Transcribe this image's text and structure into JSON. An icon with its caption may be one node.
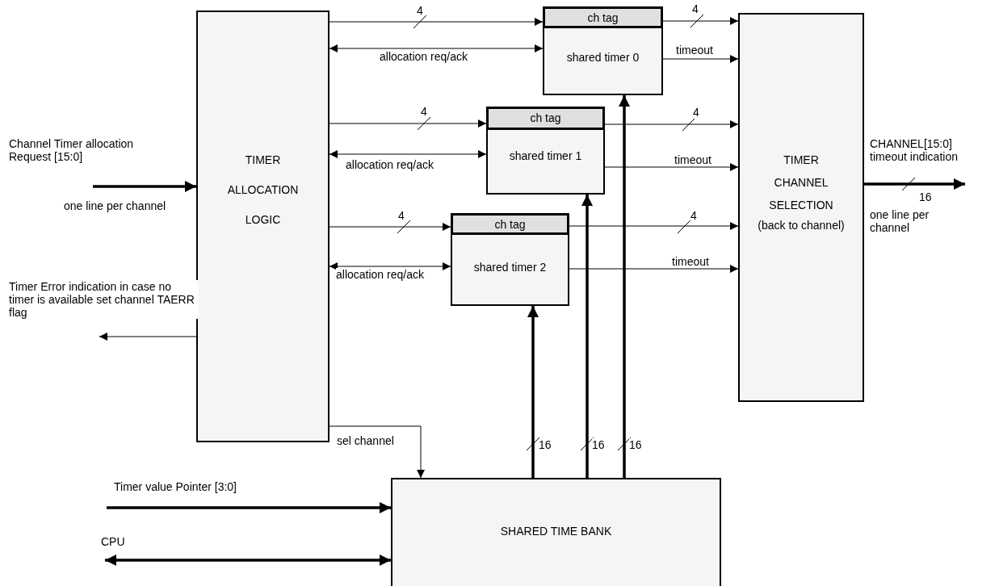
{
  "diagram": {
    "nodes": [
      {
        "text": [
          "TIMER ALLOCATION LOGIC"
        ]
      },
      {
        "text": [
          "shared timer 0"
        ]
      },
      {
        "text": [
          "ch tag"
        ],
        "in": 1
      },
      {
        "text": [
          "shared timer 1"
        ]
      },
      {
        "text": [
          "ch tag"
        ],
        "in": 3
      },
      {
        "text": [
          "shared timer 2"
        ]
      },
      {
        "text": [
          "ch tag"
        ],
        "in": 5
      },
      {
        "text": [
          "TIMER CHANNEL SELECTION",
          "(back to channel)"
        ]
      },
      {
        "text": [
          "SHARED TIME BANK"
        ]
      }
    ],
    "edges": [
      {
        "from": null,
        "to": 0,
        "arrow": "to",
        "style": "thick",
        "label": "Channel Timer allocation Request [15:0]"
      },
      {
        "from": 0,
        "to": null,
        "arrow": "to",
        "label": "Timer Error indication in case no timer is available set channel TAERR flag"
      },
      {
        "from": 0,
        "to": 2,
        "arrow": "to",
        "label": "4"
      },
      {
        "from": 0,
        "to": 1,
        "arrow": "both",
        "label": "allocation req/ack"
      },
      {
        "from": 0,
        "to": 4,
        "arrow": "to",
        "label": "4"
      },
      {
        "from": 0,
        "to": 3,
        "arrow": "both",
        "label": "allocation req/ack"
      },
      {
        "from": 0,
        "to": 6,
        "arrow": "to",
        "label": "4"
      },
      {
        "from": 0,
        "to": 5,
        "arrow": "both",
        "label": "allocation req/ack"
      },
      {
        "from": 2,
        "to": 7,
        "arrow": "to",
        "label": "4"
      },
      {
        "from": 1,
        "to": 7,
        "arrow": "to",
        "label": "timeout"
      },
      {
        "from": 4,
        "to": 7,
        "arrow": "to",
        "label": "4"
      },
      {
        "from": 3,
        "to": 7,
        "arrow": "to",
        "label": "timeout"
      },
      {
        "from": 6,
        "to": 7,
        "arrow": "to",
        "label": "4"
      },
      {
        "from": 5,
        "to": 7,
        "arrow": "to",
        "label": "timeout"
      },
      {
        "from": 7,
        "to": null,
        "arrow": "to",
        "style": "thick",
        "label": "16"
      },
      {
        "from": 0,
        "to": 8,
        "arrow": "to",
        "label": "sel channel"
      },
      {
        "from": 8,
        "to": 5,
        "arrow": "to",
        "style": "thick",
        "label": "16"
      },
      {
        "from": 8,
        "to": 3,
        "arrow": "to",
        "style": "thick",
        "label": "16"
      },
      {
        "from": 8,
        "to": 1,
        "arrow": "to",
        "style": "thick",
        "label": "16"
      },
      {
        "from": null,
        "to": 8,
        "arrow": "to",
        "style": "thick",
        "label": "Timer value Pointer [3:0]"
      },
      {
        "from": null,
        "to": 8,
        "arrow": "both",
        "style": "thick",
        "label": "CPU"
      }
    ],
    "labels": [
      "one line per channel",
      "CHANNEL[15:0] timeout indication",
      "one line per channel"
    ]
  }
}
